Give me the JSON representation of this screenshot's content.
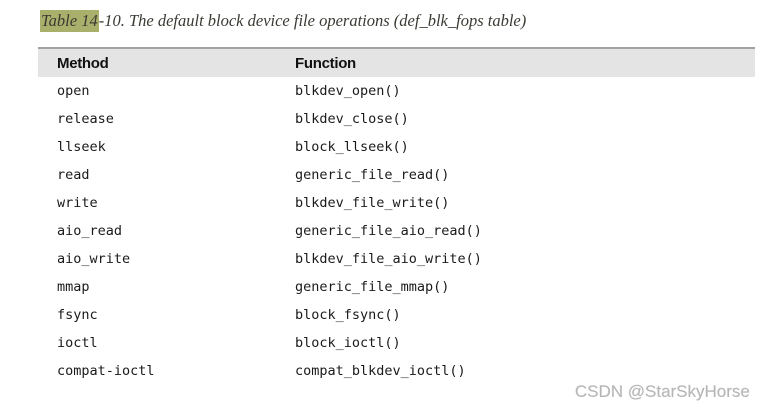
{
  "title": {
    "highlighted_text": "Table 14",
    "text": "-10. The default block device file operations (def_blk_fops table)"
  },
  "table": {
    "columns": [
      "Method",
      "Function"
    ],
    "rows": [
      {
        "method": "open",
        "function": "blkdev_open()"
      },
      {
        "method": "release",
        "function": "blkdev_close()"
      },
      {
        "method": "llseek",
        "function": "block_llseek()"
      },
      {
        "method": "read",
        "function": "generic_file_read()"
      },
      {
        "method": "write",
        "function": "blkdev_file_write()"
      },
      {
        "method": "aio_read",
        "function": "generic_file_aio_read()"
      },
      {
        "method": "aio_write",
        "function": "blkdev_file_aio_write()"
      },
      {
        "method": "mmap",
        "function": "generic_file_mmap()"
      },
      {
        "method": "fsync",
        "function": "block_fsync()"
      },
      {
        "method": "ioctl",
        "function": "block_ioctl()"
      },
      {
        "method": "compat-ioctl",
        "function": "compat_blkdev_ioctl()"
      }
    ]
  },
  "watermark": "CSDN @StarSkyHorse",
  "colors": {
    "caption_highlight": "#a9b06b",
    "header_background": "#e4e4e4",
    "header_top_border": "#a2a2a2",
    "body_text": "#1a1a1a",
    "watermark_text": "#b5b5b5"
  }
}
